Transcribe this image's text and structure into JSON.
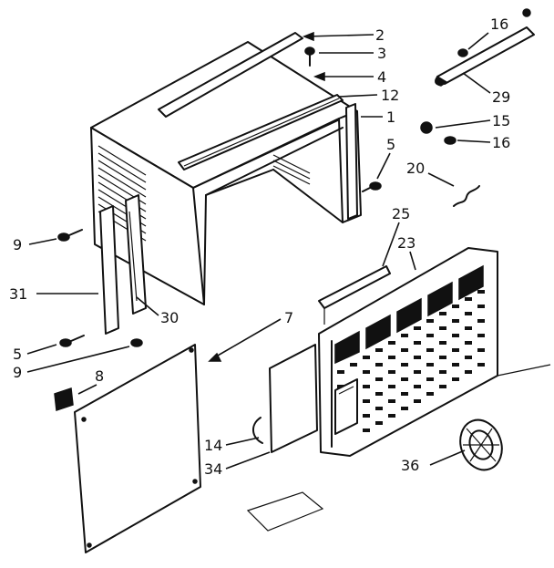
{
  "diagram": {
    "callouts": [
      {
        "id": "c2",
        "text": "2"
      },
      {
        "id": "c3",
        "text": "3"
      },
      {
        "id": "c4",
        "text": "4"
      },
      {
        "id": "c12",
        "text": "12"
      },
      {
        "id": "c1",
        "text": "1"
      },
      {
        "id": "c5a",
        "text": "5"
      },
      {
        "id": "c16a",
        "text": "16"
      },
      {
        "id": "c29",
        "text": "29"
      },
      {
        "id": "c15",
        "text": "15"
      },
      {
        "id": "c16b",
        "text": "16"
      },
      {
        "id": "c20",
        "text": "20"
      },
      {
        "id": "c25",
        "text": "25"
      },
      {
        "id": "c23",
        "text": "23"
      },
      {
        "id": "c9a",
        "text": "9"
      },
      {
        "id": "c31",
        "text": "31"
      },
      {
        "id": "c30",
        "text": "30"
      },
      {
        "id": "c7",
        "text": "7"
      },
      {
        "id": "c5b",
        "text": "5"
      },
      {
        "id": "c9b",
        "text": "9"
      },
      {
        "id": "c8",
        "text": "8"
      },
      {
        "id": "c14",
        "text": "14"
      },
      {
        "id": "c34",
        "text": "34"
      },
      {
        "id": "c36",
        "text": "36"
      }
    ]
  }
}
